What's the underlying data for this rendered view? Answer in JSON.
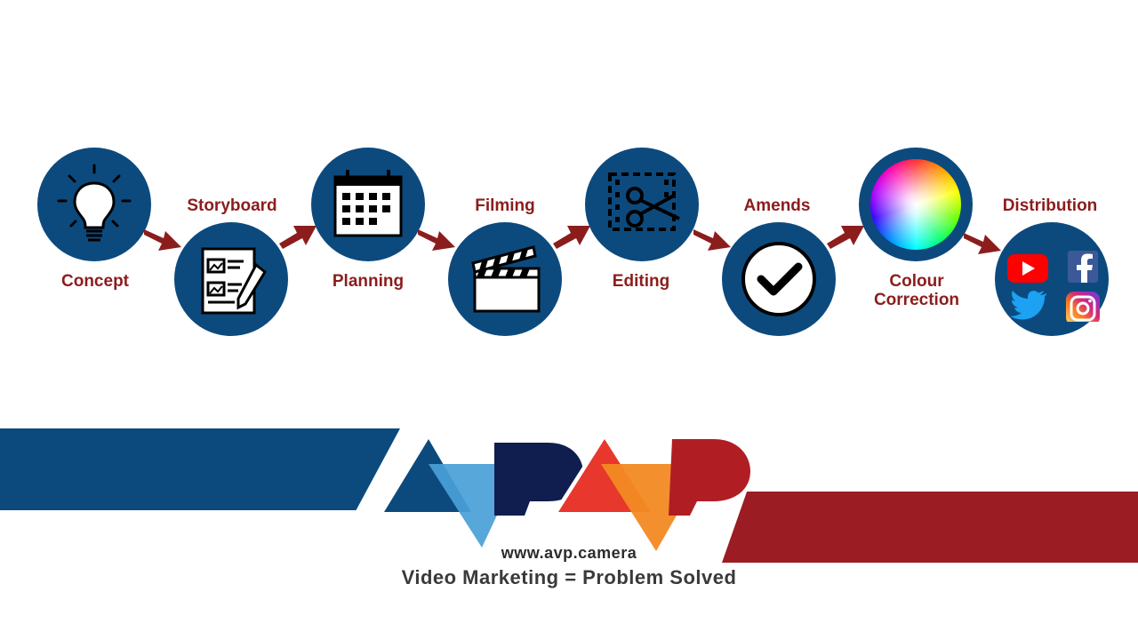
{
  "steps": [
    {
      "label": "Concept",
      "icon": "lightbulb-icon"
    },
    {
      "label": "Storyboard",
      "icon": "storyboard-icon"
    },
    {
      "label": "Planning",
      "icon": "calendar-icon"
    },
    {
      "label": "Filming",
      "icon": "clapperboard-icon"
    },
    {
      "label": "Editing",
      "icon": "scissors-film-icon"
    },
    {
      "label": "Amends",
      "icon": "checkmark-icon"
    },
    {
      "label": "Colour\nCorrection",
      "icon": "color-wheel-icon"
    },
    {
      "label": "Distribution",
      "icon": "social-media-icons"
    }
  ],
  "footer": {
    "url": "www.avp.camera",
    "tagline": "Video Marketing = Problem Solved"
  },
  "colors": {
    "circle": "#0c4a7e",
    "label": "#8c1d1d",
    "arrow": "#8c1d1d",
    "band_left": "#0c4a7e",
    "band_right": "#9b1c22"
  }
}
